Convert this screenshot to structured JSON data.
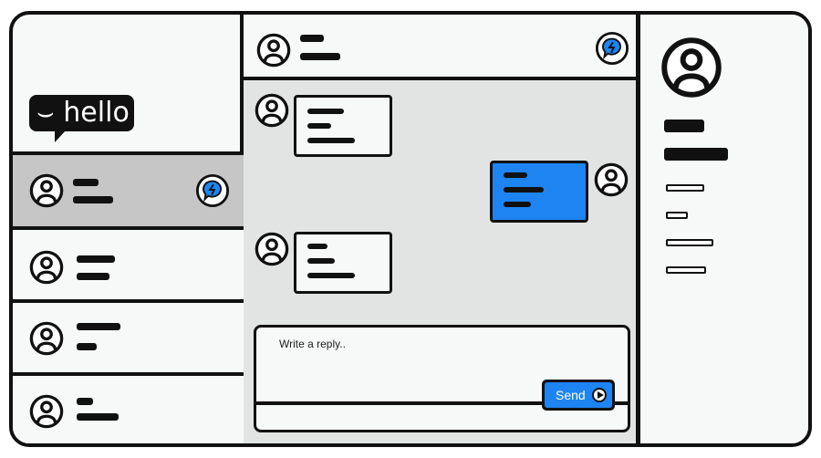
{
  "logo": {
    "text": "hello"
  },
  "conversations": [
    {
      "selected": true,
      "has_badge": true
    },
    {
      "selected": false
    },
    {
      "selected": false
    },
    {
      "selected": false
    }
  ],
  "reply": {
    "placeholder": "Write a reply..",
    "send_label": "Send"
  },
  "colors": {
    "accent": "#1d84f2",
    "selected": "#c6c6c6",
    "chat_bg": "#e2e4e4"
  }
}
